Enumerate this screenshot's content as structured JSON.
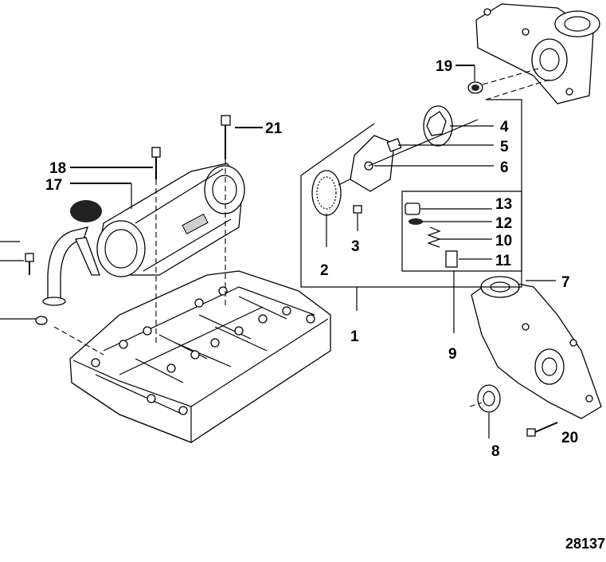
{
  "diagram": {
    "callouts": [
      "1",
      "2",
      "3",
      "4",
      "5",
      "6",
      "7",
      "8",
      "9",
      "10",
      "11",
      "12",
      "13",
      "17",
      "18",
      "19",
      "20",
      "21"
    ],
    "reference_number": "28137"
  }
}
